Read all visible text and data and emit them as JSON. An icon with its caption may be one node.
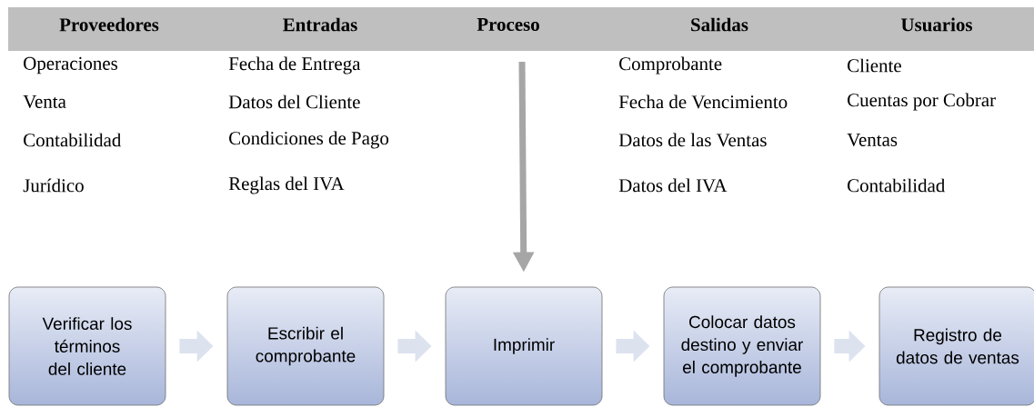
{
  "diagram": {
    "nodes": [
      {
        "text": [
          "Verificar los términos del cliente"
        ]
      },
      {
        "text": [
          "Escribir el comprobante"
        ]
      },
      {
        "text": [
          "Imprimir"
        ]
      },
      {
        "text": [
          "Colocar datos destino y enviar el comprobante"
        ]
      },
      {
        "text": [
          "Registro de datos de ventas"
        ]
      }
    ],
    "edges": [
      {
        "from": 0,
        "to": 1,
        "arrow": "to"
      },
      {
        "from": 1,
        "to": 2,
        "arrow": "to"
      },
      {
        "from": 2,
        "to": 3,
        "arrow": "to"
      },
      {
        "from": 3,
        "to": 4,
        "arrow": "to"
      },
      {
        "from": null,
        "to": 2,
        "arrow": "to",
        "color": "#a6a6a6"
      }
    ],
    "labels": [
      "Proveedores",
      "Entradas",
      "Proceso",
      "Salidas",
      "Usuarios",
      "Operaciones",
      "Fecha de Entrega",
      "Comprobante",
      "Cliente",
      "Venta",
      "Datos del Cliente",
      "Fecha de Vencimiento",
      "Cuentas por Cobrar",
      "Contabilidad",
      "Condiciones de Pago",
      "Datos de las Ventas",
      "Ventas",
      "Jurídico",
      "Reglas del IVA",
      "Datos del IVA",
      "Contabilidad"
    ]
  }
}
